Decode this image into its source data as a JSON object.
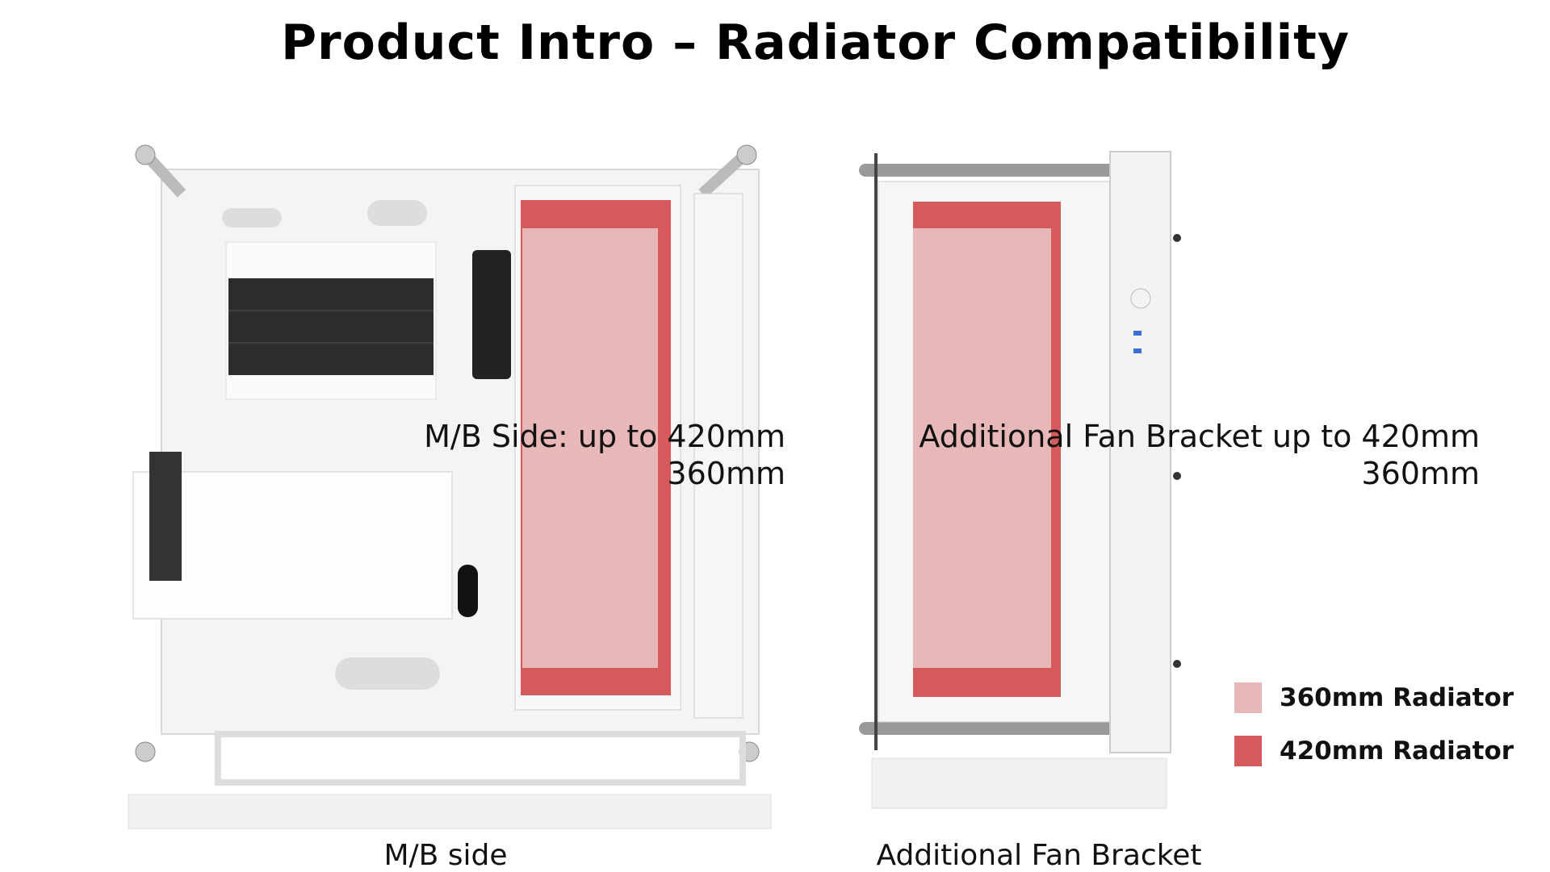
{
  "title": "Product Intro – Radiator Compatibility",
  "mb_side": {
    "note_line1": "M/B Side: up to 420mm",
    "note_line2": "360mm",
    "caption": "M/B side"
  },
  "fan_bracket": {
    "note_line1": "Additional Fan Bracket up to 420mm",
    "note_line2": "360mm",
    "caption": "Additional Fan Bracket"
  },
  "legend": [
    {
      "label": "360mm Radiator",
      "color": "#e8b8b8"
    },
    {
      "label": "420mm Radiator",
      "color": "#d45a5c"
    }
  ]
}
